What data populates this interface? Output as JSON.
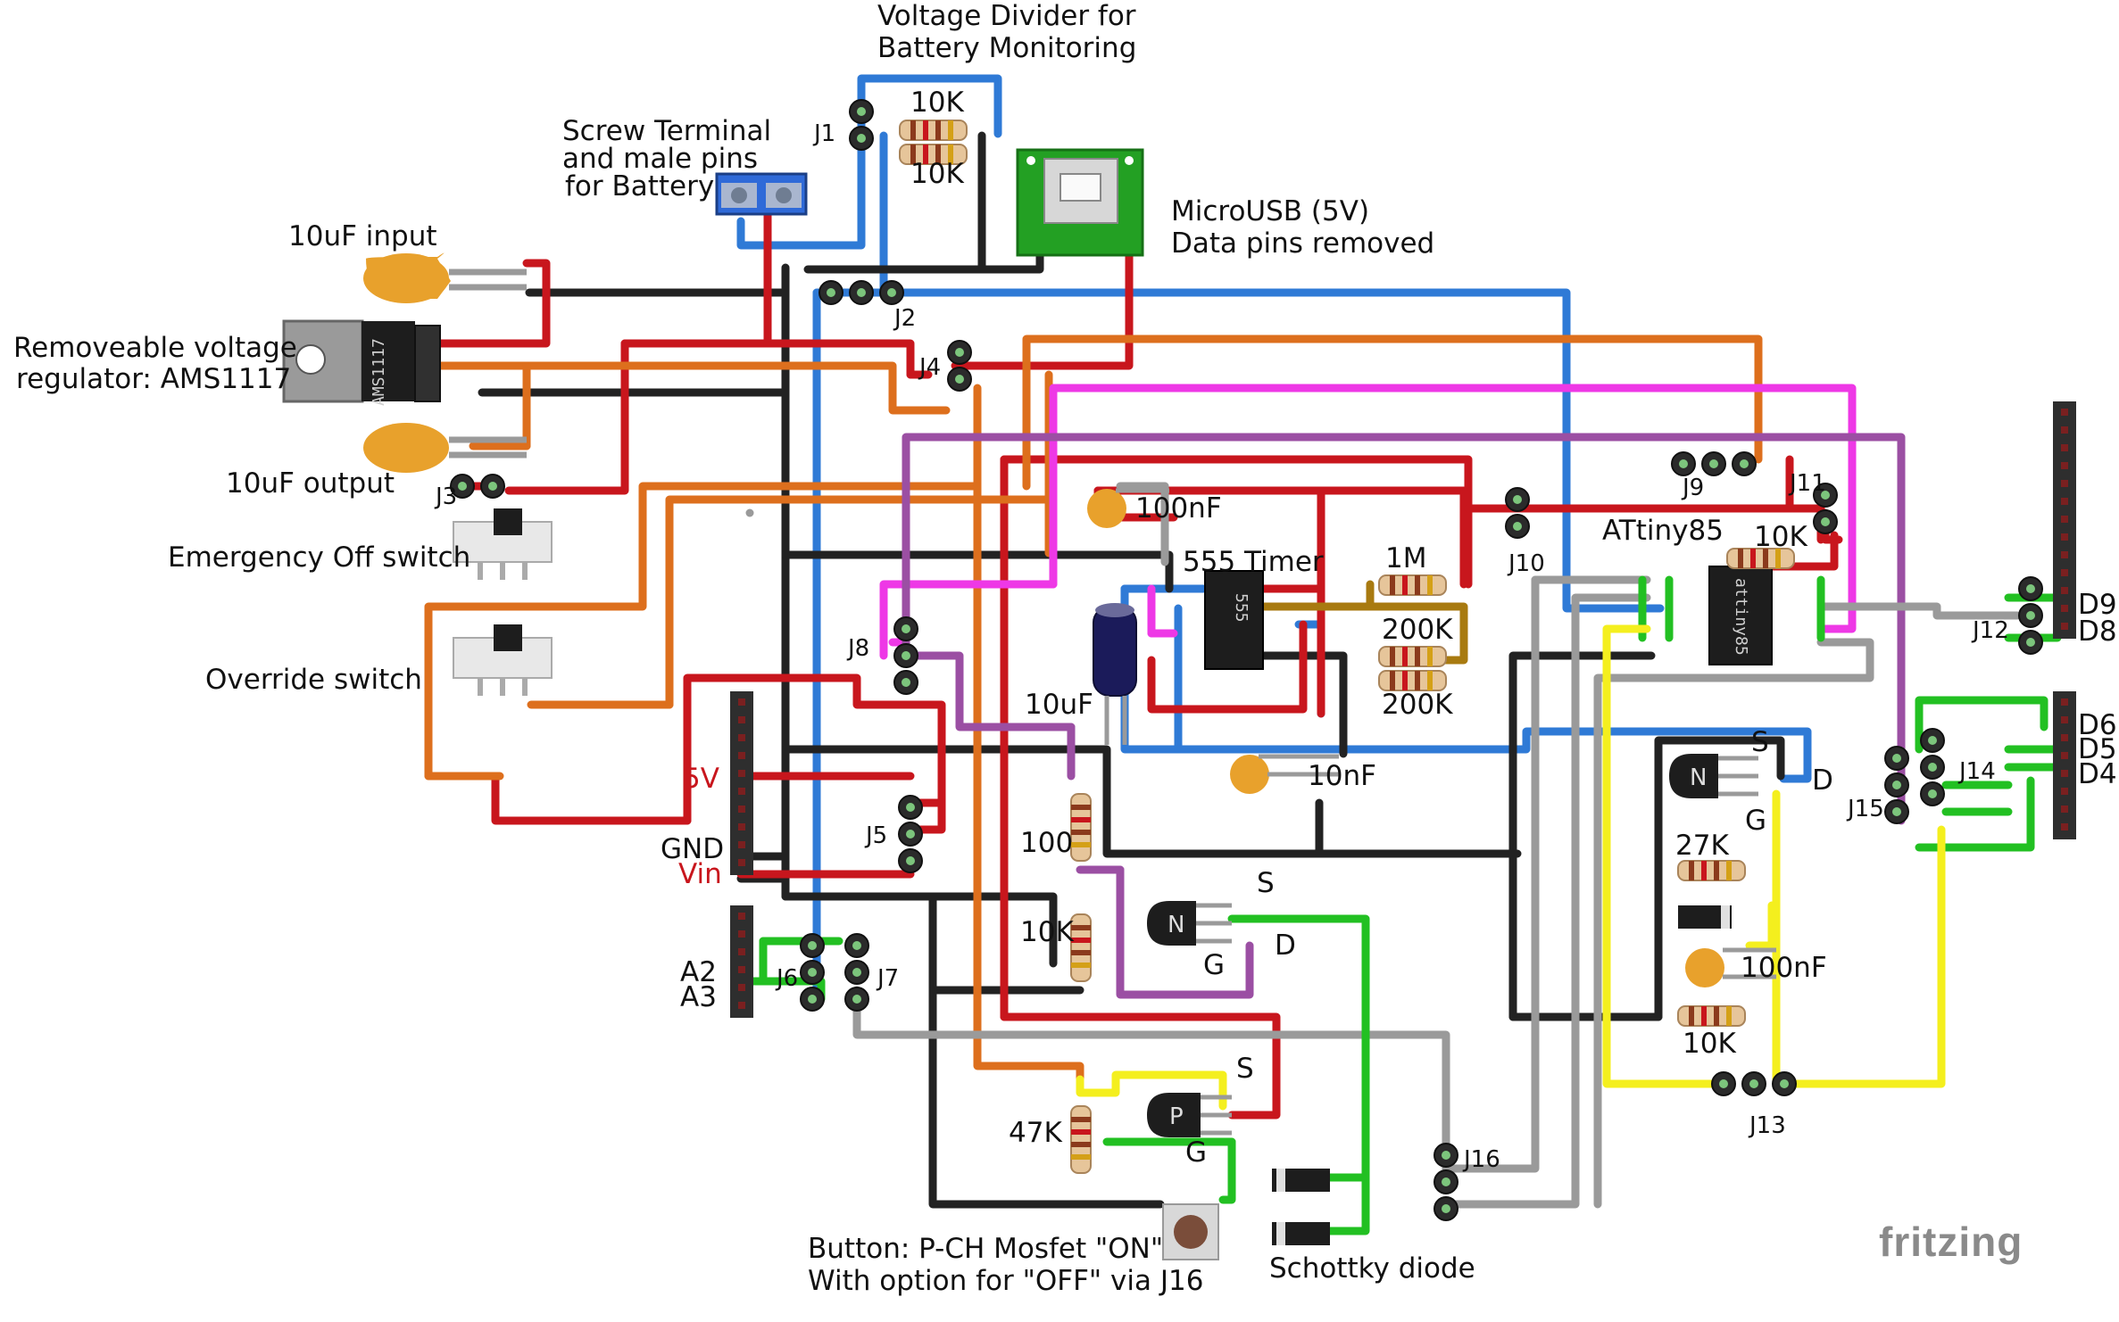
{
  "colors": {
    "red": "#c8161d",
    "black": "#222222",
    "blue": "#2f7ad6",
    "orange": "#dd6f1d",
    "magenta": "#ee38e6",
    "purple": "#9b4fa3",
    "grey": "#9a9a9a",
    "green": "#22c022",
    "yellow": "#f4ef1e",
    "olive": "#a87a10",
    "capacitor": "#e8a12c"
  },
  "labels": {
    "voltage_divider": [
      "Voltage Divider for",
      "Battery Monitoring"
    ],
    "screw_terminal": [
      "Screw Terminal",
      "and male pins",
      "for Battery"
    ],
    "microusb": [
      "MicroUSB (5V)",
      "Data pins removed"
    ],
    "cap_input": "10uF input",
    "regulator": [
      "Removeable voltage",
      "regulator: AMS1117"
    ],
    "cap_output": "10uF output",
    "emergency_off": "Emergency Off switch",
    "override": "Override switch",
    "timer": "555 Timer",
    "attiny": "ATtiny85",
    "button": [
      "Button: P-CH Mosfet \"ON\"",
      "With option for \"OFF\" via J16"
    ],
    "schottky": "Schottky diode",
    "brand": "fritzing",
    "header_5v": "5V",
    "header_gnd": "GND",
    "header_vin": "Vin",
    "header_a2": "A2",
    "header_a3": "A3",
    "header_d9": "D9",
    "header_d8": "D8",
    "header_d6": "D6",
    "header_d5": "D5",
    "header_d4": "D4"
  },
  "components": {
    "r_div_top": "10K",
    "r_div_bottom": "10K",
    "c_timer": "100nF",
    "r_1m": "1M",
    "r_200k_a": "200K",
    "r_200k_b": "200K",
    "c_10uf": "10uF",
    "c_10nf": "10nF",
    "r_attiny": "10K",
    "r_100": "100",
    "r_10k_gate": "10K",
    "r_47k": "47K",
    "r_27k": "27K",
    "c_100nf_b": "100nF",
    "r_10k_b": "10K",
    "chip_555": "555",
    "chip_attiny": "attiny85",
    "chip_ams": "AMS1117"
  },
  "mosfets": {
    "n1": {
      "s": "S",
      "d": "D",
      "g": "G",
      "mark": "N"
    },
    "n2": {
      "s": "S",
      "d": "D",
      "g": "G",
      "mark": "N"
    },
    "p1": {
      "s": "S",
      "g": "G",
      "mark": "P"
    }
  },
  "jumpers": [
    "J1",
    "J2",
    "J3",
    "J4",
    "J5",
    "J6",
    "J7",
    "J8",
    "J9",
    "J10",
    "J11",
    "J12",
    "J13",
    "J14",
    "J15",
    "J16"
  ]
}
